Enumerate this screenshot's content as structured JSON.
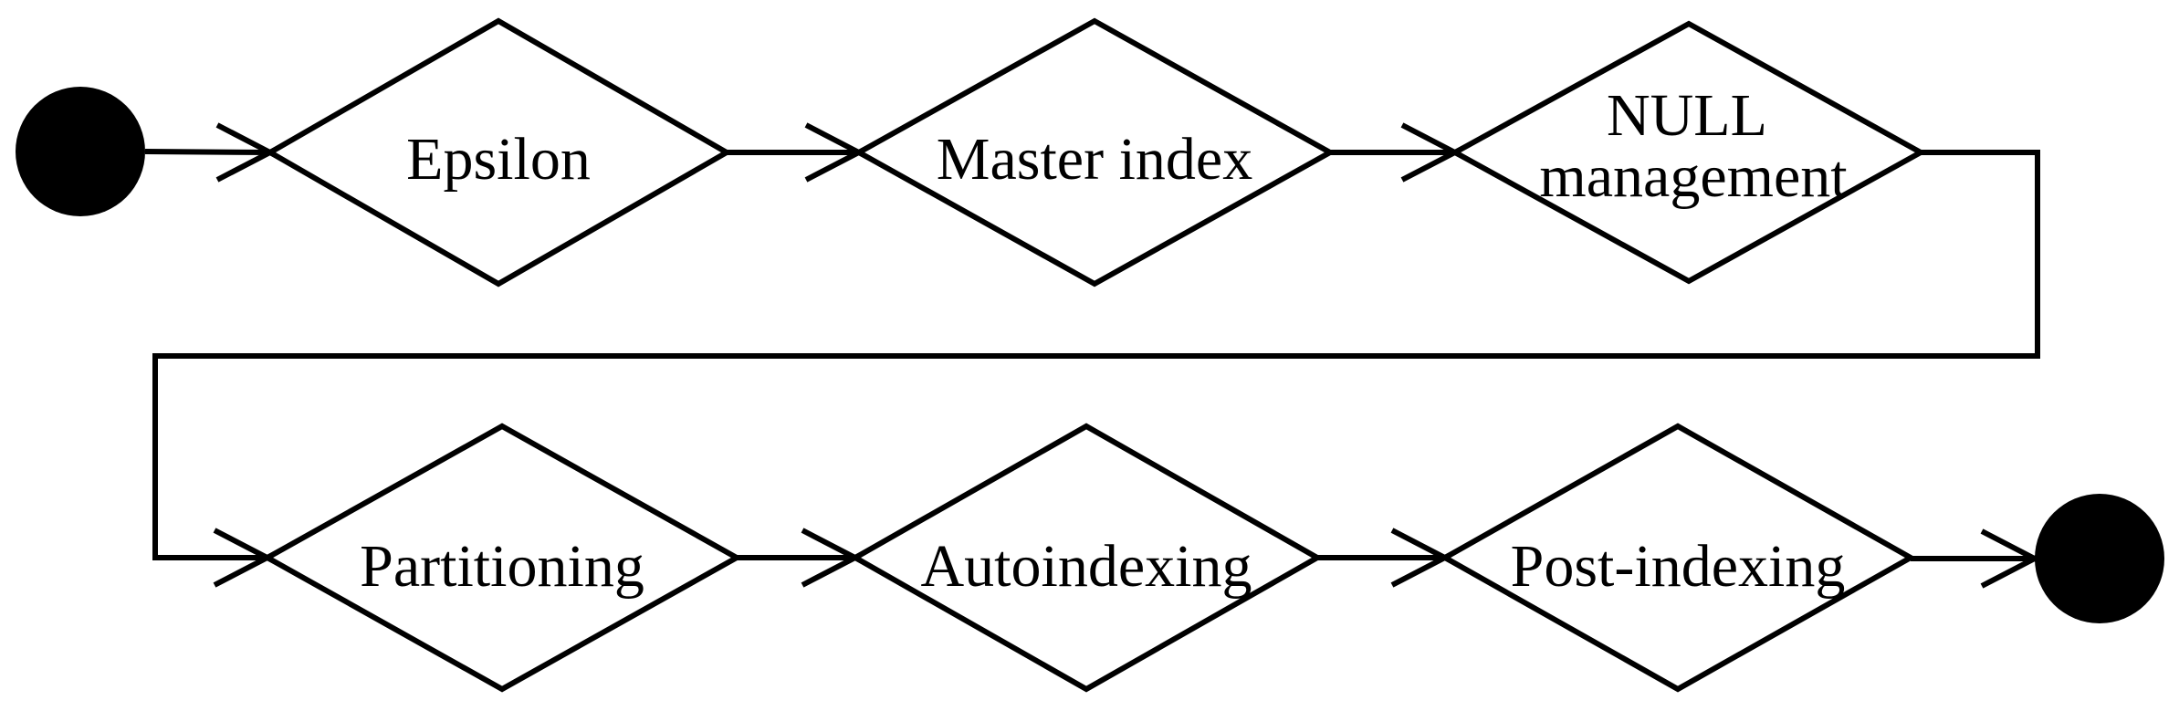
{
  "diagram": {
    "type": "activity-flow",
    "background_color": "#ffffff",
    "stroke_color": "#000000",
    "node_fill_color": "#ffffff",
    "terminal_fill_color": "#000000",
    "nodes": {
      "start": {
        "kind": "initial-node",
        "shape": "filled-circle"
      },
      "epsilon": {
        "kind": "decision",
        "shape": "diamond",
        "label": "Epsilon"
      },
      "master_index": {
        "kind": "decision",
        "shape": "diamond",
        "label": "Master index"
      },
      "null_management": {
        "kind": "decision",
        "shape": "diamond",
        "label": "NULL management",
        "lines": [
          "NULL",
          "management"
        ]
      },
      "partitioning": {
        "kind": "decision",
        "shape": "diamond",
        "label": "Partitioning"
      },
      "autoindexing": {
        "kind": "decision",
        "shape": "diamond",
        "label": "Autoindexing"
      },
      "post_indexing": {
        "kind": "decision",
        "shape": "diamond",
        "label": "Post-indexing"
      },
      "end": {
        "kind": "final-node",
        "shape": "filled-circle"
      }
    },
    "edges": [
      {
        "from": "start",
        "to": "epsilon",
        "arrow": "open-chevron"
      },
      {
        "from": "epsilon",
        "to": "master_index",
        "arrow": "open-chevron"
      },
      {
        "from": "master_index",
        "to": "null_management",
        "arrow": "open-chevron"
      },
      {
        "from": "null_management",
        "to": "partitioning",
        "arrow": "open-chevron",
        "routing": "right-down-left-down"
      },
      {
        "from": "partitioning",
        "to": "autoindexing",
        "arrow": "open-chevron"
      },
      {
        "from": "autoindexing",
        "to": "post_indexing",
        "arrow": "open-chevron"
      },
      {
        "from": "post_indexing",
        "to": "end",
        "arrow": "open-chevron"
      }
    ]
  }
}
